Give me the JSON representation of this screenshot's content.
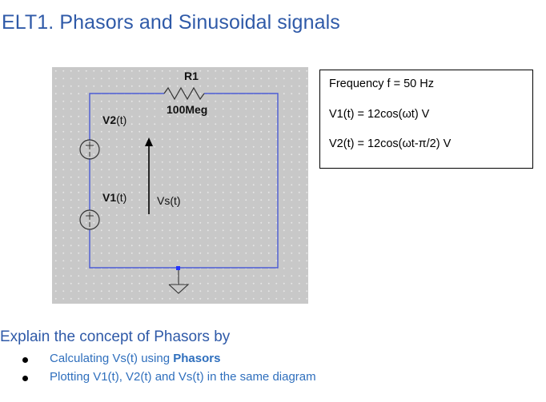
{
  "heading": "ELT1. Phasors and Sinusoidal signals",
  "schematic": {
    "r1_name": "R1",
    "r1_value": "100Meg",
    "v2_label_prefix": "V2",
    "v2_label_suffix": "(t)",
    "v1_label_prefix": "V1",
    "v1_label_suffix": "(t)",
    "vs_label": "Vs(t)",
    "plus_sign": "+",
    "minus_sign": "|",
    "wire_color": "#4a5bd4",
    "background_color": "#c8c8c8"
  },
  "info": {
    "frequency": "Frequency f = 50 Hz",
    "v1": "V1(t) = 12cos(ωt) V",
    "v2": "V2(t) = 12cos(ωt-π/2) V"
  },
  "explain": {
    "intro": "Explain the concept of Phasors by",
    "bullet1_prefix": "Calculating Vs(t) using ",
    "bullet1_bold": "Phasors",
    "bullet2": "Plotting V1(t), V2(t) and Vs(t) in the same diagram"
  }
}
